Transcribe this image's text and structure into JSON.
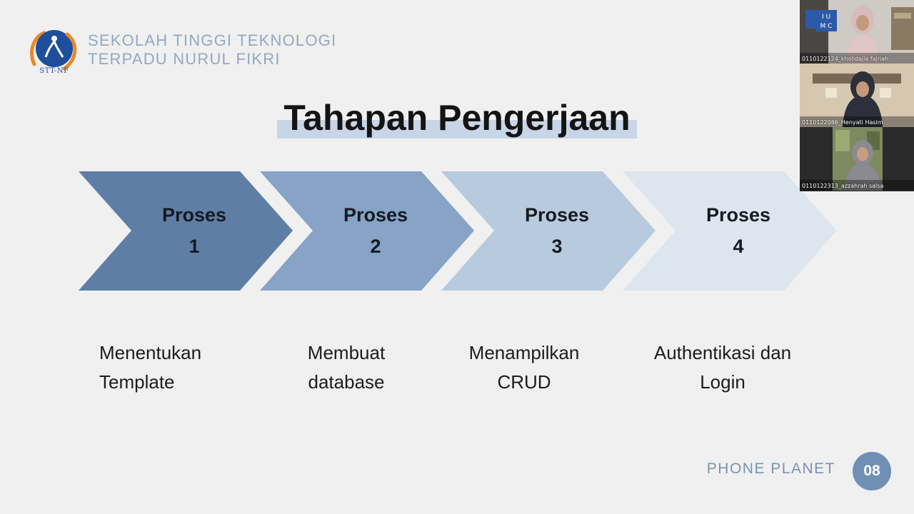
{
  "header": {
    "logo_caption": "STT-NF",
    "org_line1": "SEKOLAH TINGGI TEKNOLOGI",
    "org_line2": "TERPADU NURUL FIKRI"
  },
  "slide": {
    "title": "Tahapan Pengerjaan",
    "steps": [
      {
        "label": "Proses",
        "number": "1",
        "desc_line1": "Menentukan",
        "desc_line2": "Template",
        "color": "#5f7ea5"
      },
      {
        "label": "Proses",
        "number": "2",
        "desc_line1": "Membuat",
        "desc_line2": "database",
        "color": "#87a3c6"
      },
      {
        "label": "Proses",
        "number": "3",
        "desc_line1": "Menampilkan",
        "desc_line2": "CRUD",
        "color": "#b8cadd"
      },
      {
        "label": "Proses",
        "number": "4",
        "desc_line1": "Authentikasi dan",
        "desc_line2": "Login",
        "color": "#dde6ef"
      }
    ]
  },
  "footer": {
    "project_name": "PHONE PLANET",
    "page_number": "08"
  },
  "video_call": {
    "participants": [
      {
        "name": "0110122124_kholidajia fajriah"
      },
      {
        "name": "0110122086_Henyati Hasim"
      },
      {
        "name": "0110122313_azzahrah salsa"
      }
    ],
    "wall_sign": "IUMC"
  },
  "colors": {
    "accent_blue": "#1f4e9b",
    "accent_orange": "#e8892a",
    "org_text": "#94a8c2"
  }
}
